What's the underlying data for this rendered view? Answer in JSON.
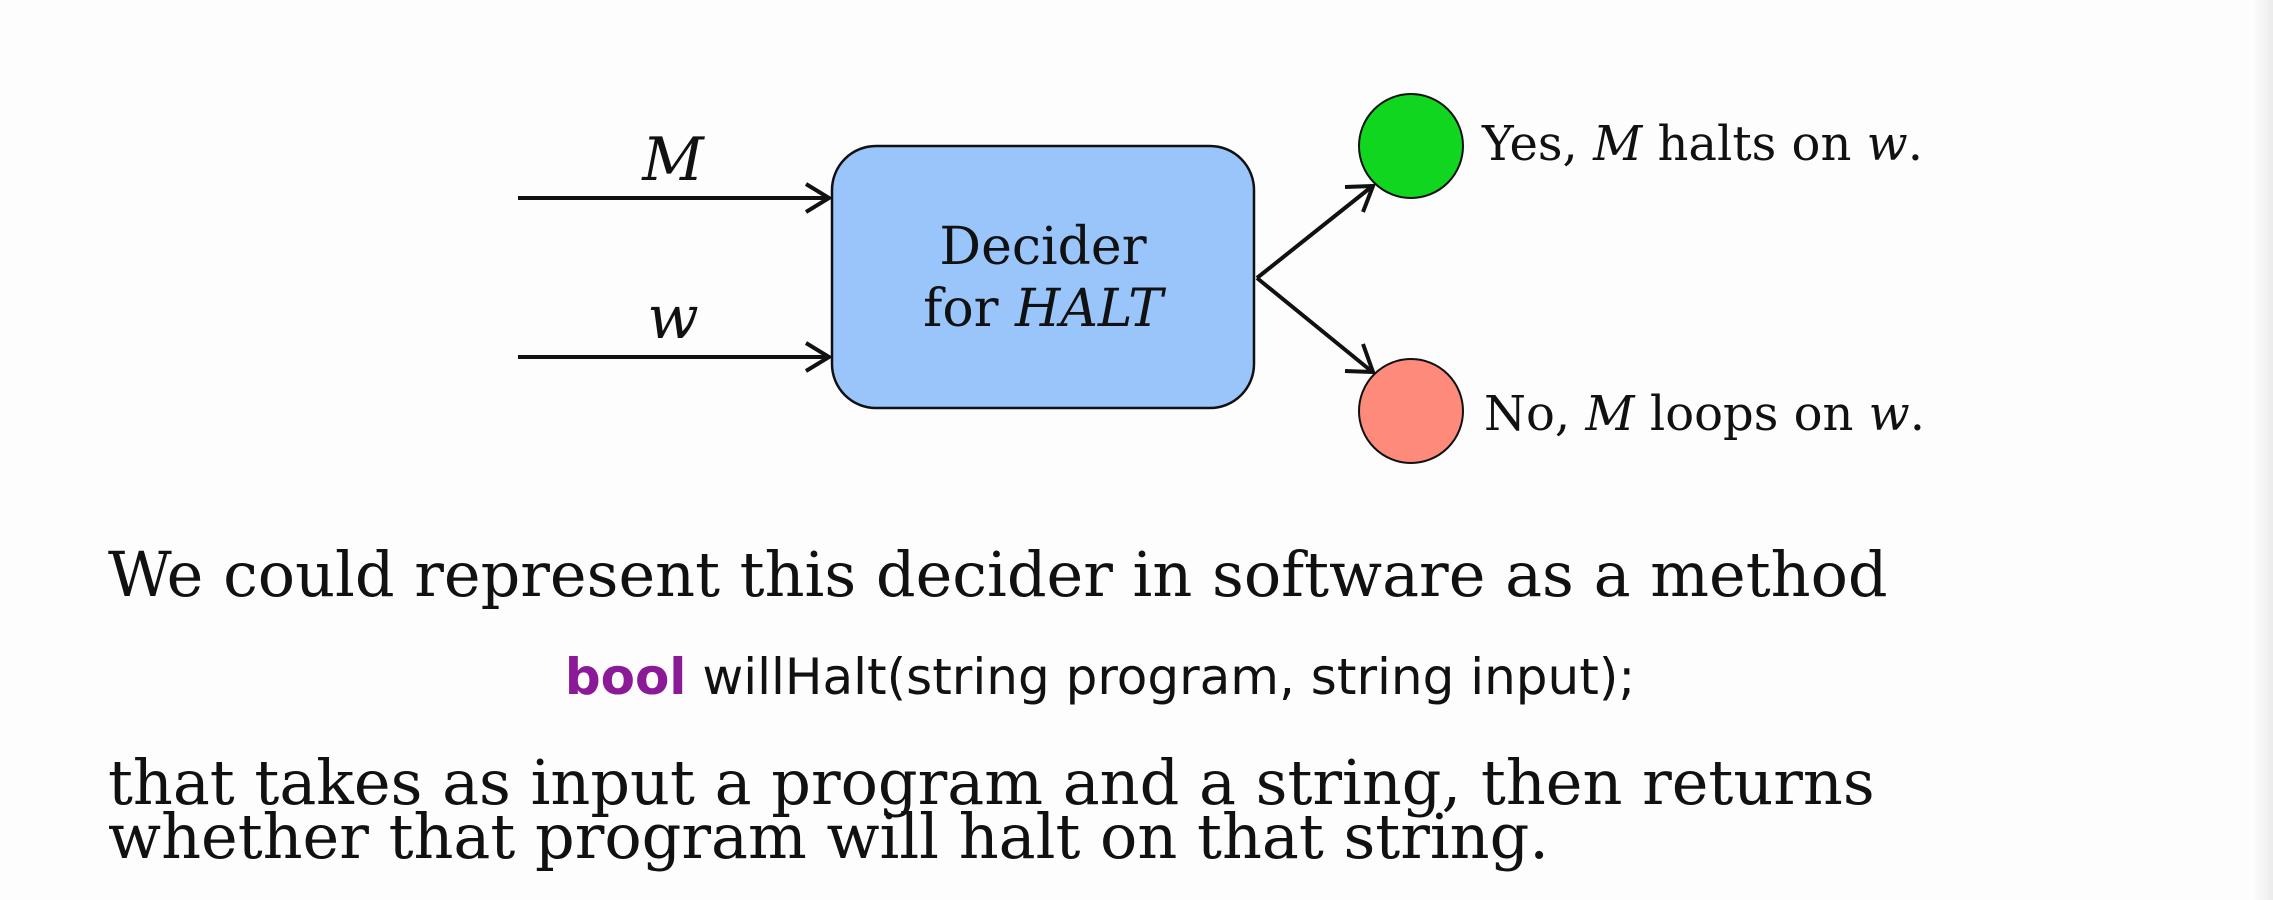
{
  "diagram": {
    "inputs": [
      "M",
      "w"
    ],
    "decider": {
      "line1": "Decider",
      "line2_prefix": "for ",
      "line2_name": "HALT",
      "fill": "#99c5fb"
    },
    "outcomes": [
      {
        "prefix": "Yes, ",
        "machine": "M",
        "middle": " halts on ",
        "input": "w",
        "suffix": ".",
        "color": "#11d61f"
      },
      {
        "prefix": "No, ",
        "machine": "M",
        "middle": " loops on ",
        "input": "w",
        "suffix": ".",
        "color": "#fe8a7c"
      }
    ]
  },
  "text": {
    "paragraph1": "We could represent this decider in software as a method",
    "code_keyword": "bool",
    "code_rest": " willHalt(string program, string input);",
    "paragraph2_line1": "that takes as input a program and a string, then returns",
    "paragraph2_line2": "whether that program will halt on that string.",
    "keyword_color": "#8b1a99"
  }
}
